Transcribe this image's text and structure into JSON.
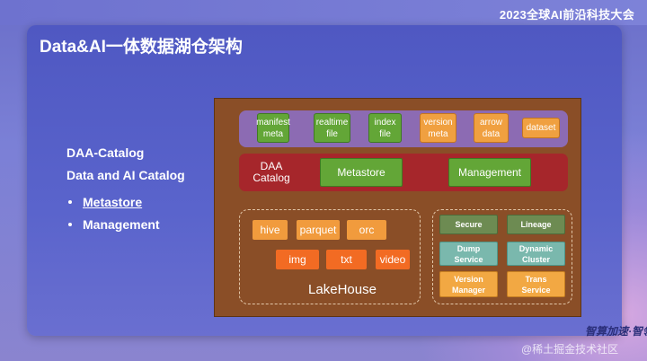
{
  "header": {
    "event": "2023全球AI前沿科技大会"
  },
  "slide": {
    "title": "Data&AI一体数据湖仓架构",
    "left_text": {
      "line1": "DAA-Catalog",
      "line2": "Data and AI Catalog",
      "bullets": [
        "Metastore",
        "Management"
      ]
    }
  },
  "diagram": {
    "catalog_items": [
      {
        "label": "manifest\nmeta",
        "color": "green"
      },
      {
        "label": "realtime\nfile",
        "color": "green"
      },
      {
        "label": "index\nfile",
        "color": "green"
      },
      {
        "label": "version\nmeta",
        "color": "orange"
      },
      {
        "label": "arrow\ndata",
        "color": "orange"
      },
      {
        "label": "dataset",
        "color": "orange"
      }
    ],
    "daa_label": "DAA\nCatalog",
    "metastore": "Metastore",
    "management": "Management",
    "lake_formats_row1": [
      "hive",
      "parquet",
      "orc"
    ],
    "lake_formats_row2": [
      "img",
      "txt",
      "video"
    ],
    "lake_label": "LakeHouse",
    "services": [
      "Secure",
      "Lineage",
      "Dump\nService",
      "Dynamic\nCluster",
      "Version\nManager",
      "Trans\nService"
    ]
  },
  "footer": {
    "logo_text": "智算加速·智领未来",
    "watermark": "@稀土掘金技术社区"
  },
  "colors": {
    "panel": "#5a64cc",
    "diagram_bg": "#8a4e27",
    "catalog_row": "#8c6bb3",
    "meta_bar": "#a6262b",
    "green": "#63a637",
    "orange": "#f0a040"
  }
}
